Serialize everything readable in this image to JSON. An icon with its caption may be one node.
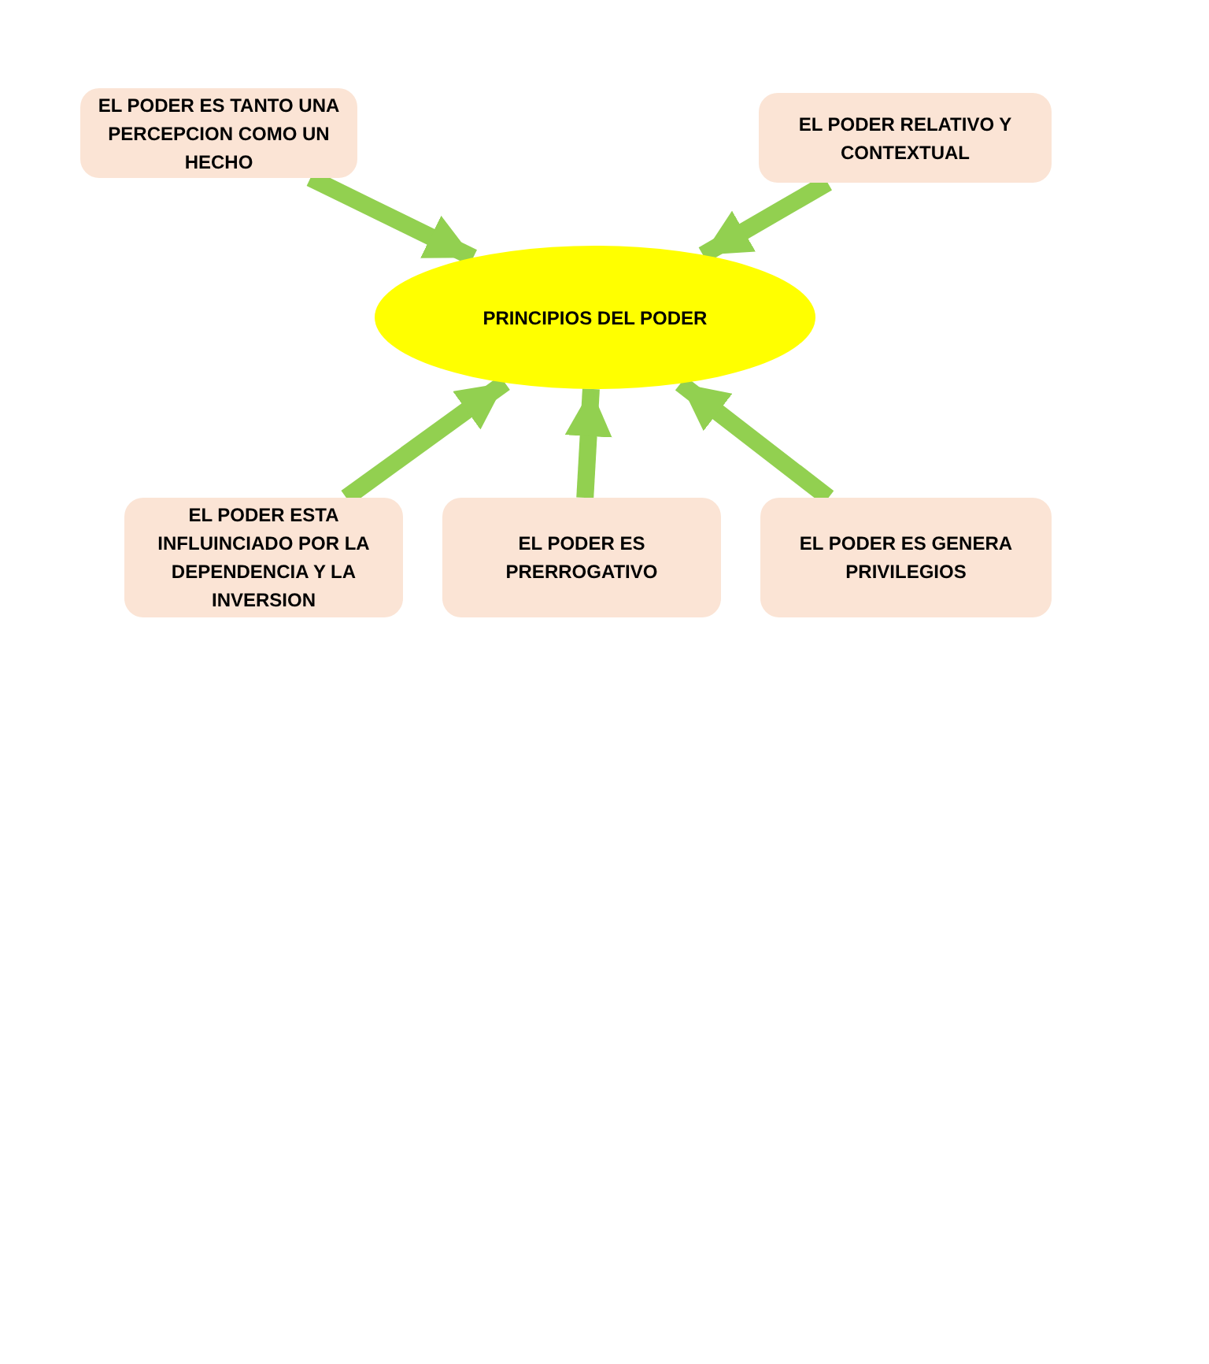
{
  "diagram": {
    "nodes": [
      {
        "text": [
          "EL PODER ES TANTO UNA PERCEPCION COMO UN HECHO"
        ]
      },
      {
        "text": [
          "EL PODER RELATIVO Y CONTEXTUAL"
        ]
      },
      {
        "text": [
          "PRINCIPIOS DEL PODER"
        ]
      },
      {
        "text": [
          "EL PODER ESTA INFLUINCIADO POR LA DEPENDENCIA Y LA INVERSION"
        ]
      },
      {
        "text": [
          "EL PODER ES PRERROGATIVO"
        ]
      },
      {
        "text": [
          "EL PODER ES GENERA PRIVILEGIOS"
        ]
      }
    ],
    "edges": [
      {
        "from": 0,
        "to": 2,
        "arrow": "to"
      },
      {
        "from": 1,
        "to": 2,
        "arrow": "to"
      },
      {
        "from": 3,
        "to": 2,
        "arrow": "to"
      },
      {
        "from": 4,
        "to": 2,
        "arrow": "to"
      },
      {
        "from": 5,
        "to": 2,
        "arrow": "to"
      }
    ]
  }
}
